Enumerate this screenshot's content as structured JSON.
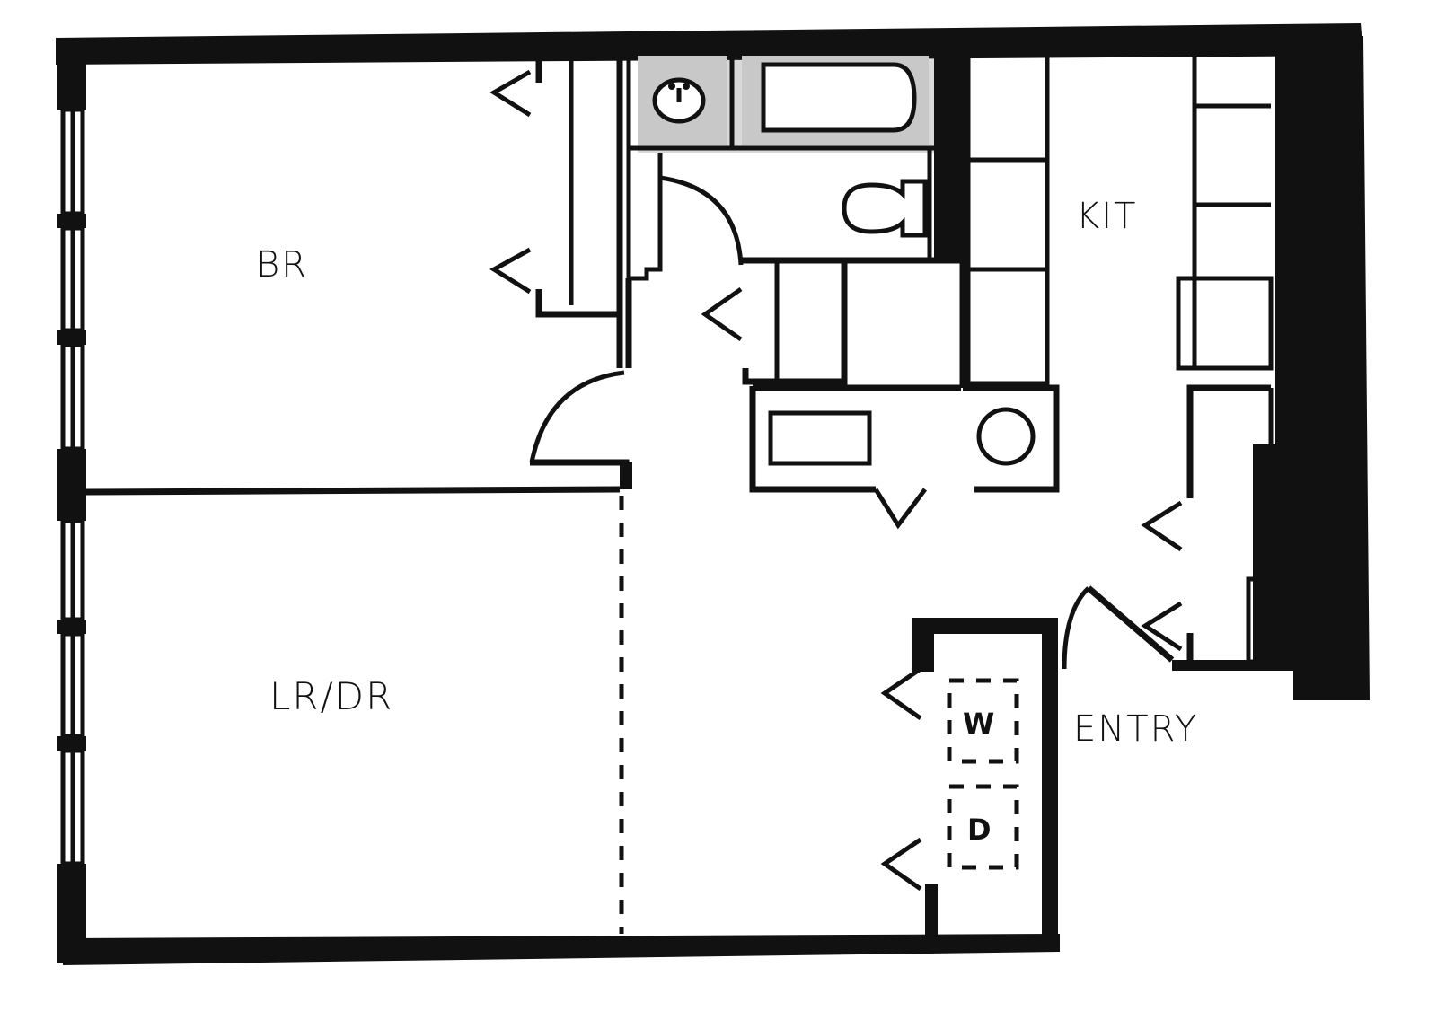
{
  "rooms": {
    "bedroom": "BR",
    "kitchen": "KIT",
    "living_dining": "LR/DR",
    "entry": "ENTRY"
  },
  "appliances": {
    "washer": "W",
    "dryer": "D"
  },
  "colors": {
    "wall": "#111111",
    "floor": "#ffffff",
    "bath_tile": "#d9d9d9"
  }
}
